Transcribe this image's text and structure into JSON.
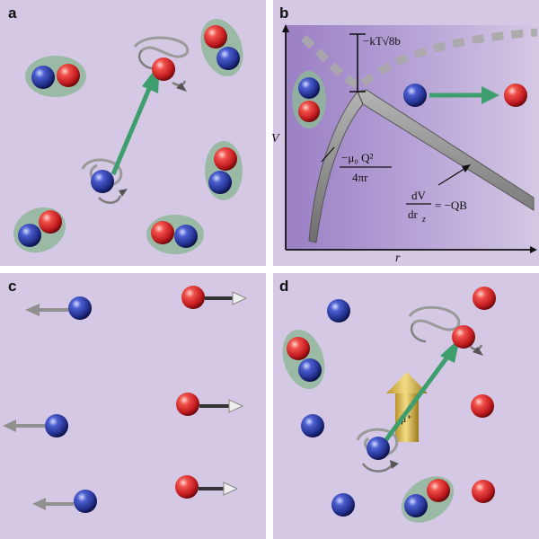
{
  "panels": {
    "a": {
      "letter": "a"
    },
    "b": {
      "letter": "b",
      "barrier_label": "−kT√8b",
      "axis_y": "V",
      "axis_x": "r",
      "coulomb_num": "−μ₀ Q²",
      "coulomb_den": "4πr",
      "field_num": "dV",
      "field_den": "dr",
      "field_den_sub": "z",
      "field_rhs": "= −QB"
    },
    "c": {
      "letter": "c"
    },
    "d": {
      "letter": "d",
      "moment_label": "μ⁺"
    }
  },
  "colors": {
    "panel_bg": "#d4c8e4",
    "panel_b_dark": "#9a7fc4",
    "pair_halo": "#8fb79a",
    "red_particle": "#d8262a",
    "blue_particle": "#2a3c9e",
    "green_arrow": "#3f9e6e",
    "grey_arrow": "#909090",
    "ribbon": "#9a9a9a",
    "gold_arrow": "#d6b84a"
  },
  "icons": [
    "red-particle-icon",
    "blue-particle-icon",
    "pair-halo-icon",
    "motion-arrow-icon",
    "helical-ribbon-icon",
    "magnetic-moment-arrow-icon"
  ]
}
